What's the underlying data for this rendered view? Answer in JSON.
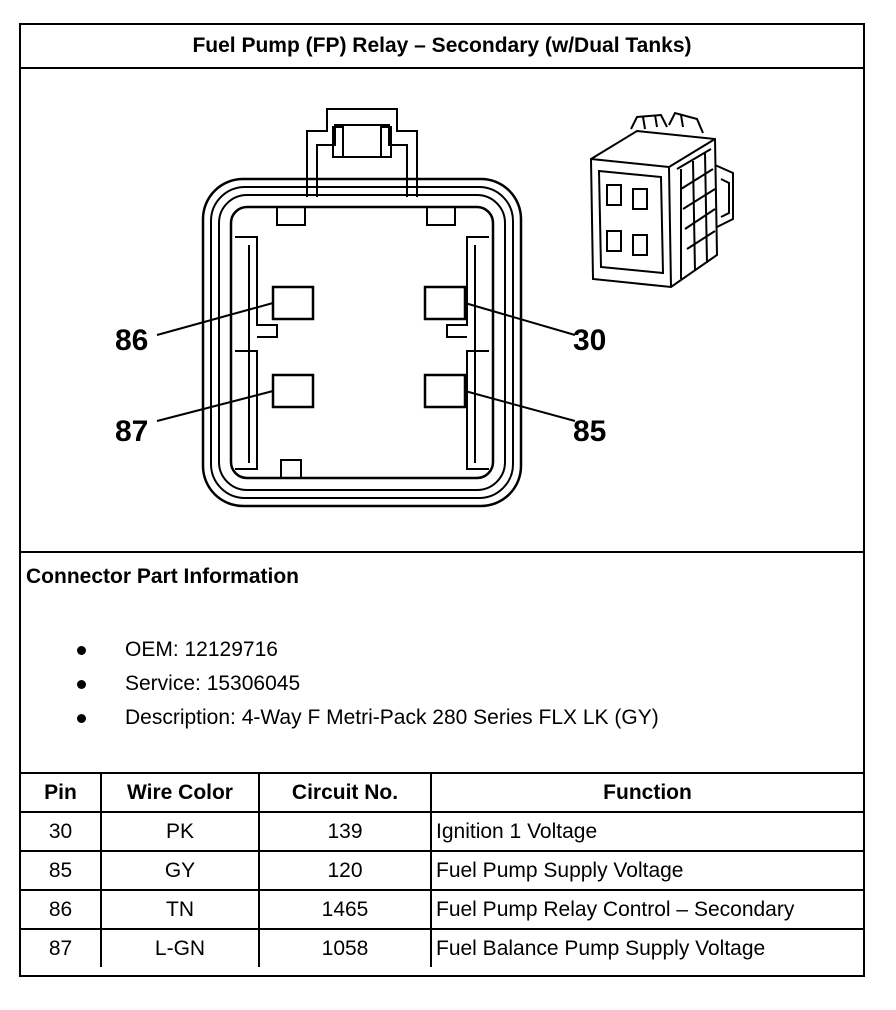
{
  "title": "Fuel Pump (FP) Relay – Secondary (w/Dual Tanks)",
  "diagram": {
    "pin_labels": [
      "86",
      "30",
      "87",
      "85"
    ],
    "icons": [
      "connector-face-icon",
      "connector-isometric-icon"
    ]
  },
  "connector_info": {
    "heading": "Connector Part Information",
    "bullets": [
      "OEM: 12129716",
      "Service: 15306045",
      "Description: 4-Way F Metri-Pack 280 Series FLX LK (GY)"
    ]
  },
  "table": {
    "headers": [
      "Pin",
      "Wire Color",
      "Circuit No.",
      "Function"
    ],
    "rows": [
      [
        "30",
        "PK",
        "139",
        "Ignition 1 Voltage"
      ],
      [
        "85",
        "GY",
        "120",
        "Fuel Pump Supply Voltage"
      ],
      [
        "86",
        "TN",
        "1465",
        "Fuel Pump Relay Control – Secondary"
      ],
      [
        "87",
        "L-GN",
        "1058",
        "Fuel Balance Pump Supply Voltage"
      ]
    ]
  }
}
